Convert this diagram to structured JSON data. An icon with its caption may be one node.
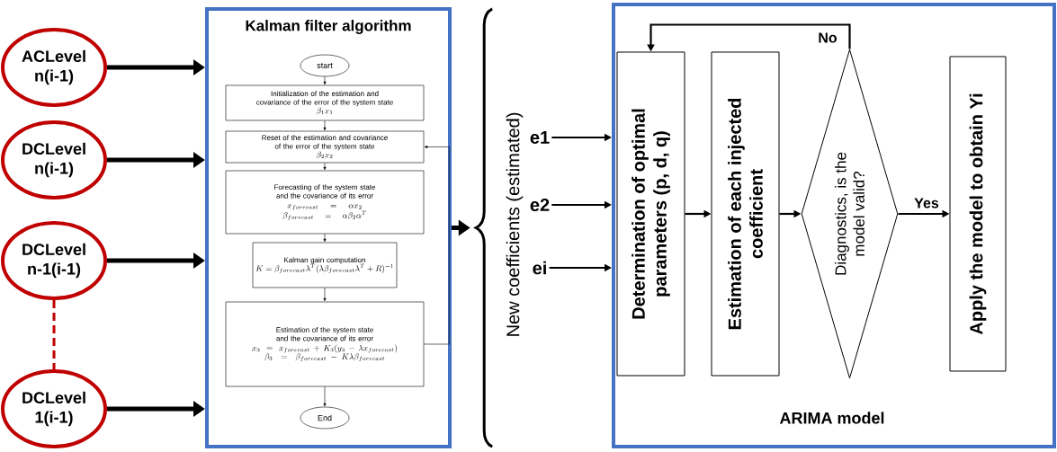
{
  "diagram": {
    "nodes": [
      {
        "text": [
          "ACLevel n(i-1)"
        ]
      },
      {
        "text": [
          "DCLevel n(i-1)"
        ]
      },
      {
        "text": [
          "DCLevel n-1(i-1)"
        ]
      },
      {
        "text": [
          "DCLevel 1(i-1)"
        ]
      },
      {
        "text": [
          "Kalman filter algorithm"
        ]
      },
      {
        "text": [
          "start"
        ],
        "in": 4
      },
      {
        "text": [
          "Initialization of the estimation and covariance of the error of the system state",
          "\\beta_1 x_1"
        ],
        "in": 4
      },
      {
        "text": [
          "Reset of the estimation and covariance of the error of the system state",
          "\\beta_2 x_2"
        ],
        "in": 4
      },
      {
        "text": [
          "Forecasting of the system state and the covariance of its error",
          "x_{forecast} = \\alpha x_2",
          "\\beta_{forecast} = \\alpha \\beta_2 \\alpha^T"
        ],
        "in": 4
      },
      {
        "text": [
          "Kalman gain computation",
          "K = \\beta_{forecast} \\lambda^T (\\lambda \\beta_{forecast} \\lambda^T + R)^{-1}"
        ],
        "in": 4
      },
      {
        "text": [
          "Estimation of the system state and the covariance of its error",
          "x_3 = x_{forecast} + K_3 (y_3 - \\lambda x_{forecast})",
          "\\beta_3 = \\beta_{forecast} - K \\lambda \\beta_{forecast}"
        ],
        "in": 4
      },
      {
        "text": [
          "End"
        ],
        "in": 4
      },
      {
        "text": [],
        "shape": "brace"
      },
      {
        "text": [
          "e1"
        ]
      },
      {
        "text": [
          "e2"
        ]
      },
      {
        "text": [
          "ei"
        ]
      },
      {
        "text": [
          "ARIMA model"
        ]
      },
      {
        "text": [
          "Determination of optimal parameters (p, d, q)"
        ],
        "in": 16
      },
      {
        "text": [
          "Estimation of each injected coefficient"
        ],
        "in": 16
      },
      {
        "text": [
          "Diagnostics, is the model valid?"
        ],
        "in": 16
      },
      {
        "text": [
          "Apply the model to obtain Yi"
        ],
        "in": 16
      }
    ],
    "edges": [
      {
        "from": 0,
        "to": 4,
        "arrow": "to",
        "style": "thick"
      },
      {
        "from": 1,
        "to": 4,
        "arrow": "to",
        "style": "thick"
      },
      {
        "from": 2,
        "to": 4,
        "arrow": "to",
        "style": "thick"
      },
      {
        "from": 3,
        "to": 4,
        "arrow": "to",
        "style": "thick"
      },
      {
        "from": 2,
        "to": 3,
        "arrow": "none",
        "style": "dashed",
        "color": "#c00000"
      },
      {
        "from": 5,
        "to": 6,
        "arrow": "to"
      },
      {
        "from": 6,
        "to": 7,
        "arrow": "to"
      },
      {
        "from": 7,
        "to": 8,
        "arrow": "to"
      },
      {
        "from": 8,
        "to": 9,
        "arrow": "to"
      },
      {
        "from": 9,
        "to": 10,
        "arrow": "to"
      },
      {
        "from": 10,
        "to": 11,
        "arrow": "to"
      },
      {
        "from": 10,
        "to": 7,
        "arrow": "to"
      },
      {
        "from": 4,
        "to": 12,
        "arrow": "to",
        "style": "thick"
      },
      {
        "from": 13,
        "to": 16,
        "arrow": "to"
      },
      {
        "from": 14,
        "to": 16,
        "arrow": "to"
      },
      {
        "from": 15,
        "to": 16,
        "arrow": "to"
      },
      {
        "from": 17,
        "to": 18,
        "arrow": "to"
      },
      {
        "from": 18,
        "to": 19,
        "arrow": "to"
      },
      {
        "from": 19,
        "to": 20,
        "arrow": "to",
        "label": "Yes"
      },
      {
        "from": 19,
        "to": 17,
        "arrow": "to",
        "label": "No"
      }
    ],
    "labels": [
      "New coefficients (estimated)"
    ]
  }
}
